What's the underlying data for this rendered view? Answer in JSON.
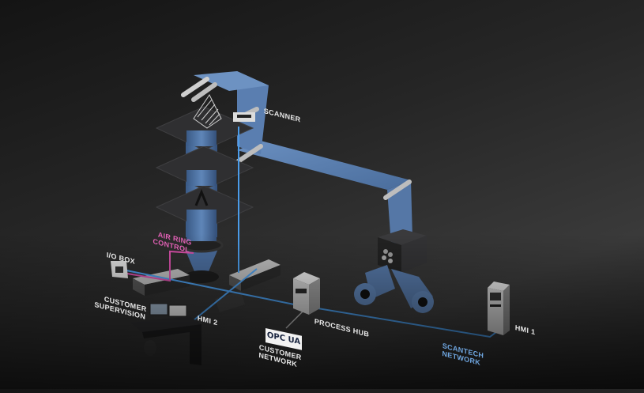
{
  "diagram": {
    "title": "Blown film line with scanner network",
    "colors": {
      "belt": "#5b7fae",
      "belt_dark": "#3f5f8c",
      "scantech_network_line": "#4a9be8",
      "air_ring_control_line": "#d64fa8",
      "customer_network_line": "#bdbdbd",
      "platform": "#2e2e30",
      "cabinet": "#d9d9d9"
    },
    "labels": {
      "scanner": "SCANNER",
      "air_ring_control_line1": "AIR RING",
      "air_ring_control_line2": "CONTROL",
      "io_box": "I/O BOX",
      "customer_supervision_line1": "CUSTOMER",
      "customer_supervision_line2": "SUPERVISION",
      "hmi2": "HMI 2",
      "process_hub": "PROCESS HUB",
      "opc_ua": "OPC UA",
      "customer_network_line1": "CUSTOMER",
      "customer_network_line2": "NETWORK",
      "scantech_network_line1": "SCANTECH",
      "scantech_network_line2": "NETWORK",
      "hmi1": "HMI 1"
    },
    "nodes": [
      "Scanner",
      "Air Ring Control",
      "I/O Box",
      "Customer Supervision",
      "HMI 2",
      "Process Hub",
      "Customer Network (OPC UA)",
      "Scantech Network",
      "HMI 1"
    ]
  }
}
